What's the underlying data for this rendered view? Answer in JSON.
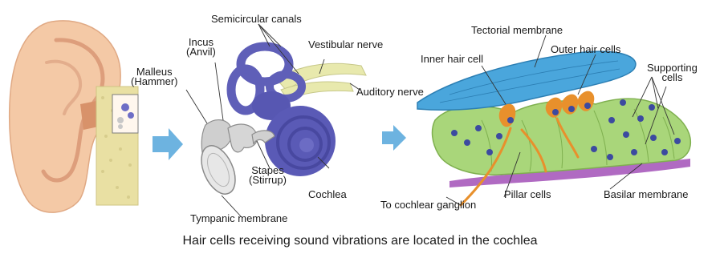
{
  "caption": "Hair cells receiving sound vibrations are located in the cochlea",
  "labels": {
    "semicircular_canals": "Semicircular canals",
    "incus": {
      "line1": "Incus",
      "line2": "(Anvil)"
    },
    "malleus": {
      "line1": "Malleus",
      "line2": "(Hammer)"
    },
    "vestibular_nerve": "Vestibular nerve",
    "auditory_nerve": "Auditory nerve",
    "stapes": {
      "line1": "Stapes",
      "line2": "(Stirrup)"
    },
    "cochlea": "Cochlea",
    "tympanic_membrane": "Tympanic membrane",
    "tectorial_membrane": "Tectorial membrane",
    "inner_hair_cell": "Inner hair cell",
    "outer_hair_cells": "Outer hair cells",
    "supporting_cells": {
      "line1": "Supporting",
      "line2": "cells"
    },
    "to_cochlear_ganglion": "To cochlear ganglion",
    "pillar_cells": "Pillar cells",
    "basilar_membrane": "Basilar membrane"
  },
  "colors": {
    "skin": "#f4c9a6",
    "skin_dark": "#e6a888",
    "arrow": "#5ca8d8",
    "cochlea": "#5f5fb8",
    "nerve": "#e6e7a8",
    "tectorial": "#4aa6dc",
    "organ_green": "#a9d67a",
    "hair_cell": "#e8902c",
    "nucleus": "#3c4aa0",
    "basilar": "#b06ac2"
  }
}
